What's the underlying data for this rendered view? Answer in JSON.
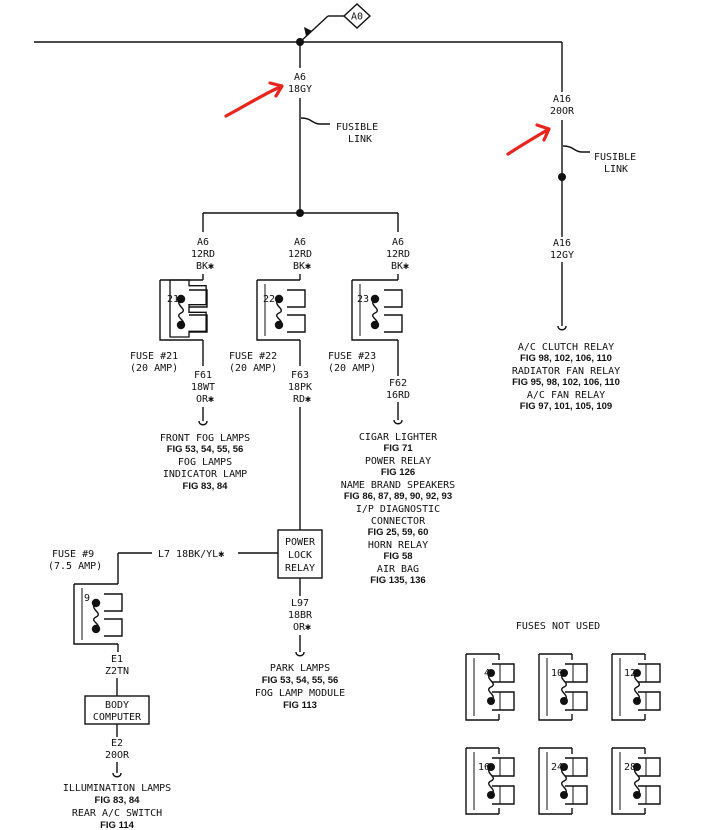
{
  "connector": "A0",
  "left_circuit": {
    "top_id": "A6",
    "top_wire": "18GY",
    "fusible_link": [
      "FUSIBLE",
      "LINK"
    ],
    "branch_id": "A6",
    "branch_wire": "12RD",
    "branch_trace": "BK✱"
  },
  "right_circuit": {
    "top_id": "A16",
    "top_wire": "20OR",
    "fusible_link": [
      "FUSIBLE",
      "LINK"
    ],
    "bottom_id": "A16",
    "bottom_wire": "12GY",
    "destinations": [
      {
        "name": "A/C CLUTCH RELAY",
        "figs": "FIG 98, 102, 106, 110"
      },
      {
        "name": "RADIATOR FAN RELAY",
        "figs": "FIG 95, 98, 102, 106, 110"
      },
      {
        "name": "A/C FAN RELAY",
        "figs": "FIG 97, 101, 105, 109"
      }
    ]
  },
  "fuse21": {
    "number": "21",
    "label": "FUSE #21",
    "rating": "(20 AMP)",
    "out_id": "F61",
    "out_wire": "18WT",
    "out_trace": "OR✱",
    "destinations": [
      {
        "name": "FRONT FOG LAMPS",
        "figs": "FIG 53, 54, 55, 56"
      },
      {
        "name": "FOG LAMPS",
        "figs": ""
      },
      {
        "name": "INDICATOR LAMP",
        "figs": "FIG 83, 84"
      }
    ]
  },
  "fuse22": {
    "number": "22",
    "label": "FUSE #22",
    "rating": "(20 AMP)",
    "out_id": "F63",
    "out_wire": "18PK",
    "out_trace": "RD✱"
  },
  "fuse23": {
    "number": "23",
    "label": "FUSE #23",
    "rating": "(20 AMP)",
    "out_id": "F62",
    "out_wire": "16RD",
    "destinations": [
      {
        "name": "CIGAR LIGHTER",
        "figs": "FIG 71"
      },
      {
        "name": "POWER RELAY",
        "figs": "FIG 126"
      },
      {
        "name": "NAME BRAND SPEAKERS",
        "figs": "FIG 86, 87, 89, 90, 92, 93"
      },
      {
        "name": "I/P DIAGNOSTIC",
        "figs": ""
      },
      {
        "name": "CONNECTOR",
        "figs": "FIG 25, 59, 60"
      },
      {
        "name": "HORN RELAY",
        "figs": "FIG 58"
      },
      {
        "name": "AIR BAG",
        "figs": "FIG 135, 136"
      }
    ]
  },
  "power_lock_relay": {
    "lines": [
      "POWER",
      "LOCK",
      "RELAY"
    ],
    "in_wire": "L7 18BK/YL✱",
    "out_id": "L97",
    "out_wire": "18BR",
    "out_trace": "OR✱",
    "destinations": [
      {
        "name": "PARK LAMPS",
        "figs": "FIG 53, 54, 55, 56"
      },
      {
        "name": "FOG LAMP MODULE",
        "figs": "FIG 113"
      }
    ]
  },
  "fuse9": {
    "number": "9",
    "label": "FUSE #9",
    "rating": "(7.5 AMP)",
    "out_id": "E1",
    "out_wire": "Z2TN"
  },
  "body_computer": {
    "lines": [
      "BODY",
      "COMPUTER"
    ],
    "out_id": "E2",
    "out_wire": "20OR",
    "destinations": [
      {
        "name": "ILLUMINATION LAMPS",
        "figs": "FIG 83, 84"
      },
      {
        "name": "REAR A/C SWITCH",
        "figs": "FIG 114"
      }
    ]
  },
  "unused_fuses": {
    "title": "FUSES NOT USED",
    "numbers": [
      "4",
      "10",
      "12",
      "16",
      "24",
      "28"
    ]
  },
  "annotations": {
    "arrow_color": "#e8251f"
  }
}
